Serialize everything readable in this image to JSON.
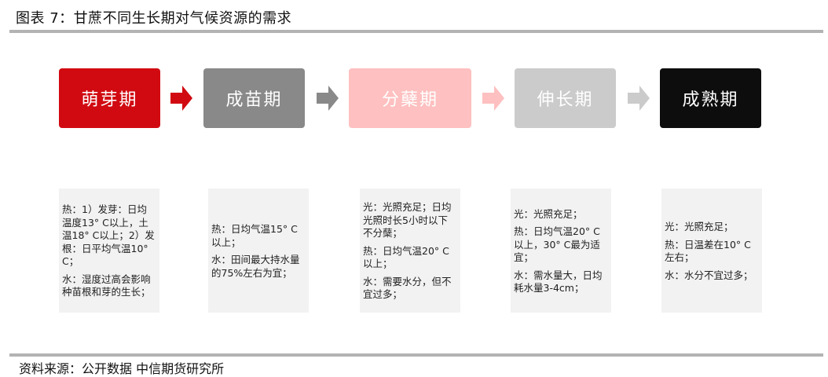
{
  "header": {
    "title": "图表 7：甘蔗不同生长期对气候资源的需求"
  },
  "footer": {
    "source": "资料来源：公开数据  中信期货研究所"
  },
  "colors": {
    "rule": "#b3b3b3",
    "info_bg": "#f2f2f2"
  },
  "stages": [
    {
      "label": "萌芽期",
      "color": "#d10a11",
      "arrow_color": "#d10a11",
      "info": [
        "热：1）发芽：日均温度13° C以上，土温18° C以上；2）发根：日平均气温10° C；",
        "水：湿度过高会影响种苗根和芽的生长；"
      ]
    },
    {
      "label": "成苗期",
      "color": "#898989",
      "arrow_color": "#898989",
      "info": [
        "热：日均气温15° C以上；",
        "水：田间最大持水量的75%左右为宜；"
      ]
    },
    {
      "label": "分蘖期",
      "color": "#fec0c0",
      "arrow_color": "#fec0c0",
      "info": [
        "光：光照充足；日均光照时长5小时以下不分蘖；",
        "热：日均气温20° C以上；",
        "水：需要水分，但不宜过多；"
      ]
    },
    {
      "label": "伸长期",
      "color": "#cbcbcb",
      "arrow_color": "#cbcbcb",
      "info": [
        "光：光照充足；",
        "热：日均气温20° C以上，30° C最为适宜；",
        "水：需水量大，日均耗水量3-4cm；"
      ]
    },
    {
      "label": "成熟期",
      "color": "#0d0d0d",
      "info": [
        "光：光照充足；",
        "热：日温差在10° C左右；",
        "水：水分不宜过多；"
      ]
    }
  ]
}
